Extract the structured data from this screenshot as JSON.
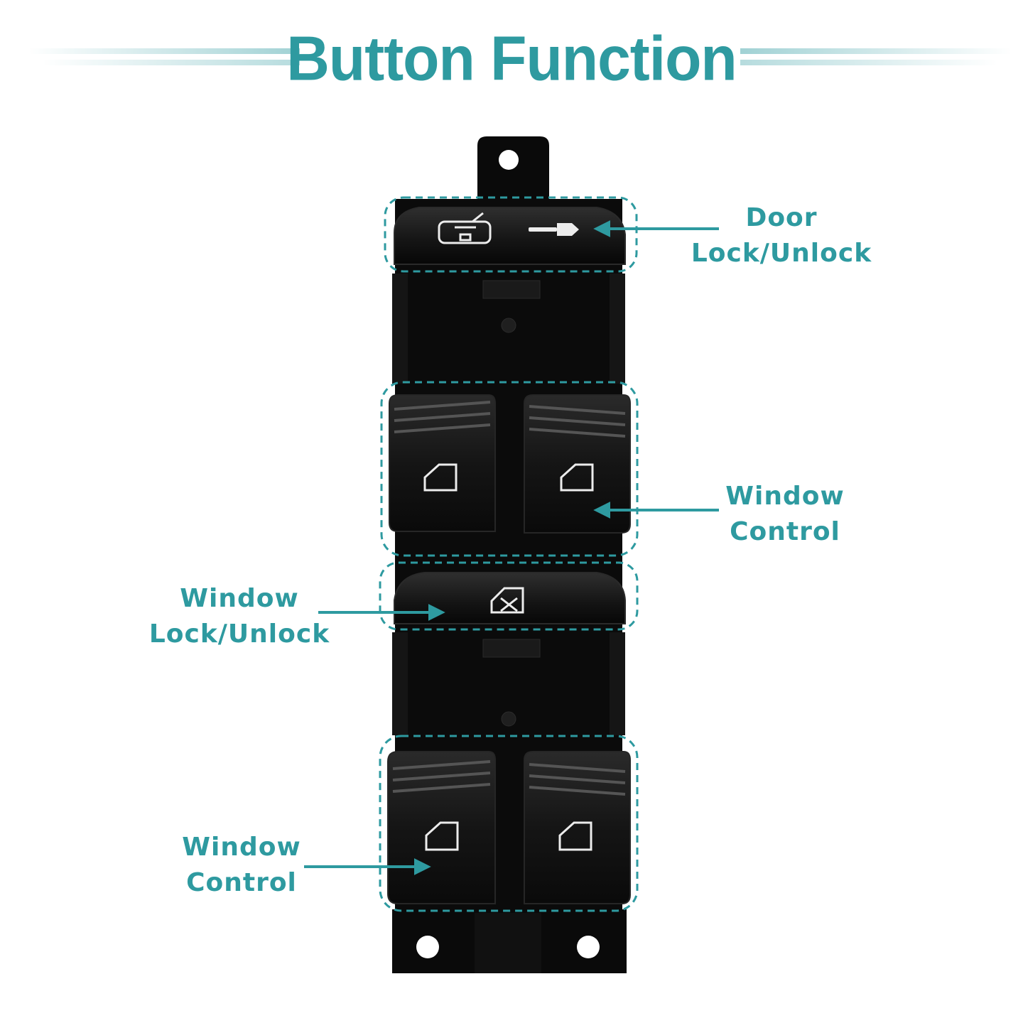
{
  "title": "Button Function",
  "colors": {
    "accent": "#2e9aa0",
    "panel": "#0c0c0c",
    "button": "#181818",
    "icon": "#ececec"
  },
  "callouts": {
    "door_lock": {
      "line1": "Door",
      "line2": "Lock/Unlock"
    },
    "window_control_front": {
      "line1": "Window",
      "line2": "Control"
    },
    "window_lock": {
      "line1": "Window",
      "line2": "Lock/Unlock"
    },
    "window_control_rear": {
      "line1": "Window",
      "line2": "Control"
    }
  },
  "icons": {
    "door_lock": [
      "car-door-lock-icon",
      "key-icon"
    ],
    "window": "window-door-icon",
    "window_lock": "window-lock-icon"
  }
}
